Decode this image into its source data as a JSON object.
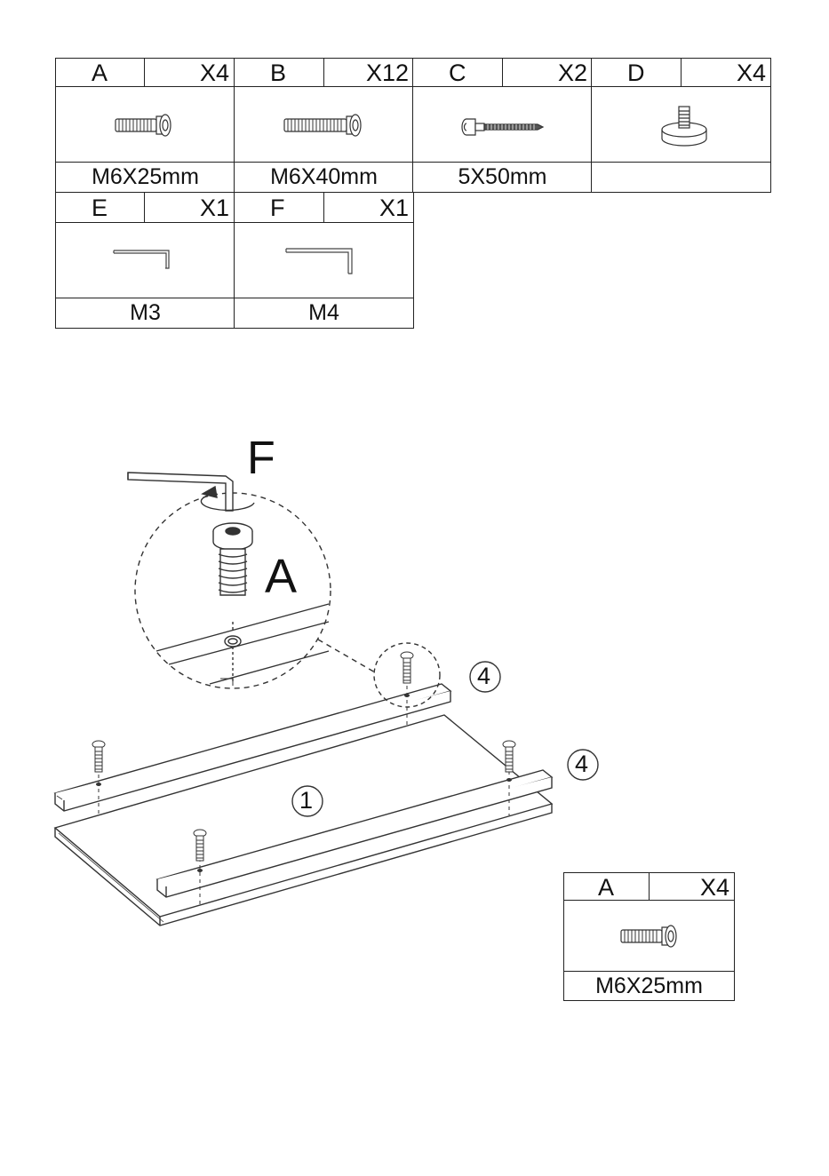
{
  "parts_table": [
    {
      "letter": "A",
      "qty": "X4",
      "size": "M6X25mm",
      "icon": "short-bolt-icon"
    },
    {
      "letter": "B",
      "qty": "X12",
      "size": "M6X40mm",
      "icon": "long-bolt-icon"
    },
    {
      "letter": "C",
      "qty": "X2",
      "size": "5X50mm",
      "icon": "cam-screw-icon"
    },
    {
      "letter": "D",
      "qty": "X4",
      "size": "",
      "icon": "leveling-foot-icon"
    },
    {
      "letter": "E",
      "qty": "X1",
      "size": "M3",
      "icon": "allen-key-small-icon"
    },
    {
      "letter": "F",
      "qty": "X1",
      "size": "M4",
      "icon": "allen-key-large-icon"
    }
  ],
  "step": {
    "tool_label": "F",
    "bolt_label": "A",
    "panel_number": "1",
    "rail_number_top": "4",
    "rail_number_bottom": "4",
    "callout": {
      "letter": "A",
      "qty": "X4",
      "size": "M6X25mm"
    }
  }
}
